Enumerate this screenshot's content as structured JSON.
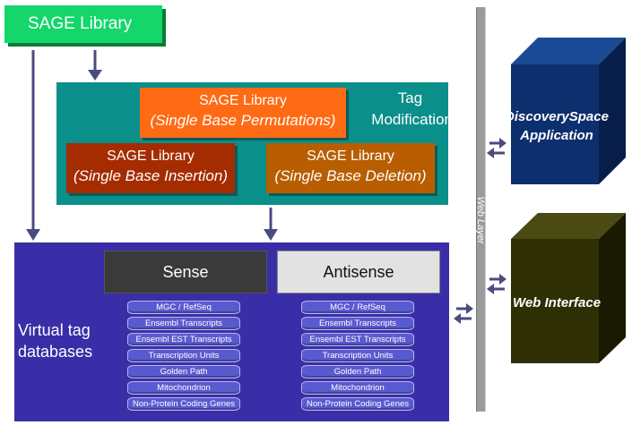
{
  "diagram": {
    "sage_library_top": "SAGE Library",
    "tag_modification": {
      "line1": "Tag",
      "line2": "Modification"
    },
    "permutations": {
      "title": "SAGE Library",
      "subtitle": "(Single Base Permutations)"
    },
    "insertion": {
      "title": "SAGE Library",
      "subtitle": "(Single Base Insertion)"
    },
    "deletion": {
      "title": "SAGE Library",
      "subtitle": "(Single Base Deletion)"
    },
    "virtual_tag": {
      "line1": "Virtual tag",
      "line2": "databases"
    },
    "sense_label": "Sense",
    "antisense_label": "Antisense",
    "databases": [
      "MGC / RefSeq",
      "Ensembl Transcripts",
      "Ensembl EST Transcripts",
      "Transcription Units",
      "Golden Path",
      "Mitochondrion",
      "Non-Protein Coding Genes"
    ],
    "web_layer": "Web Layer",
    "discovery_space": {
      "line1": "DiscoverySpace",
      "line2": "Application"
    },
    "web_interface": "Web Interface",
    "colors": {
      "sage_top": "#14d66a",
      "tag_block": "#0b8f8a",
      "vdb_block": "#3a2ea8",
      "discovery_cube": "#0d2f6e",
      "web_interface_cube": "#2f2f05"
    }
  }
}
